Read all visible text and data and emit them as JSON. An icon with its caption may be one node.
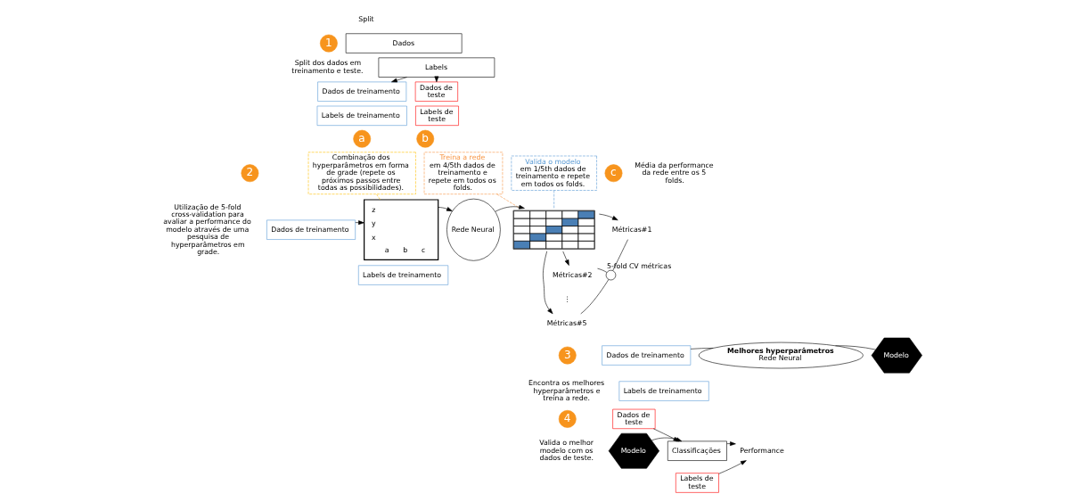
{
  "diagram": {
    "nodes": [
      {
        "text": [
          "1"
        ]
      },
      {
        "text": [
          "Split dos dados em treinamento e teste."
        ]
      },
      {
        "text": [
          "Dados"
        ]
      },
      {
        "text": [
          "Labels"
        ]
      },
      {
        "text": [
          "Dados de treinamento"
        ]
      },
      {
        "text": [
          "Labels de treinamento"
        ]
      },
      {
        "text": [
          "Dados de teste"
        ]
      },
      {
        "text": [
          "Labels de teste"
        ]
      },
      {
        "text": [
          "a"
        ]
      },
      {
        "text": [
          "Combinação dos hyperparâmetros em forma de grade (repete os próximos passos entre todas as possibilidades)."
        ]
      },
      {
        "text": [
          "b"
        ]
      },
      {
        "text": [
          "Treina a rede",
          "em 4/5th dados de treinamento e repete em todos os folds."
        ]
      },
      {
        "text": [
          "Valida o modelo",
          "em 1/5th dados de treinamento e repete em todos os folds."
        ]
      },
      {
        "text": [
          "2"
        ]
      },
      {
        "text": [
          "Utilização de 5-fold cross-validation para avaliar a performance do modelo através de uma pesquisa de hyperparâmetros em grade."
        ]
      },
      {
        "text": [
          "Dados de treinamento"
        ]
      },
      {
        "text": [
          "Labels de treinamento"
        ]
      },
      {
        "text": [
          "z",
          "y",
          "x",
          "a",
          "b",
          "c"
        ]
      },
      {
        "text": [
          "Rede Neural"
        ]
      },
      {
        "text": [],
        "shape": "picture"
      },
      {
        "text": [
          "Métricas#1"
        ]
      },
      {
        "text": [
          "Métricas#2"
        ]
      },
      {
        "text": [
          "Métricas#5"
        ]
      },
      {
        "text": [
          "c"
        ]
      },
      {
        "text": [
          "Média da performance da rede entre os 5 folds."
        ]
      },
      {
        "text": [],
        "shape": "circle",
        "beside": [
          "5-fold CV métricas"
        ]
      },
      {
        "text": [
          "3"
        ]
      },
      {
        "text": [
          "Encontra os melhores hyperparâmetros e treina a rede."
        ]
      },
      {
        "text": [
          "Dados de treinamento"
        ]
      },
      {
        "text": [
          "Labels de treinamento"
        ]
      },
      {
        "text": [
          "Melhores hyperparâmetros",
          "Rede Neural"
        ]
      },
      {
        "text": [
          "Modelo"
        ]
      },
      {
        "text": [
          "4"
        ]
      },
      {
        "text": [
          "Valida o melhor modelo com os dados de teste."
        ]
      },
      {
        "text": [
          "Modelo"
        ]
      },
      {
        "text": [
          "Dados de teste"
        ]
      },
      {
        "text": [
          "Classificações"
        ]
      },
      {
        "text": [
          "Labels de teste"
        ]
      },
      {
        "text": [
          "Performance"
        ]
      }
    ],
    "edges": [
      {
        "from": 3,
        "to": 4,
        "arrow": "to"
      },
      {
        "from": 3,
        "to": 6,
        "arrow": "to"
      },
      {
        "from": 15,
        "to": 17,
        "arrow": "to"
      },
      {
        "from": 9,
        "to": 17,
        "arrow": "none",
        "style": "dashed",
        "color": "#ffc000"
      },
      {
        "from": 17,
        "to": 18,
        "arrow": "to"
      },
      {
        "from": 18,
        "to": 19,
        "arrow": "to"
      },
      {
        "from": 11,
        "to": 19,
        "arrow": "none",
        "style": "dashed",
        "color": "#f79646"
      },
      {
        "from": 12,
        "to": 19,
        "arrow": "none",
        "style": "dashed",
        "color": "#5b9bd5"
      },
      {
        "from": 19,
        "to": 20,
        "arrow": "to"
      },
      {
        "from": 19,
        "to": 21,
        "arrow": "to"
      },
      {
        "from": 19,
        "to": 22,
        "arrow": "to"
      },
      {
        "from": 20,
        "to": 25,
        "arrow": "none"
      },
      {
        "from": 21,
        "to": 25,
        "arrow": "none"
      },
      {
        "from": 22,
        "to": 25,
        "arrow": "none"
      },
      {
        "from": 28,
        "to": 30,
        "arrow": "none"
      },
      {
        "from": 30,
        "to": 31,
        "arrow": "none"
      },
      {
        "from": 35,
        "to": 36,
        "arrow": "to"
      },
      {
        "from": 34,
        "to": 36,
        "arrow": "to"
      },
      {
        "from": 36,
        "to": 38,
        "arrow": "to"
      },
      {
        "from": 37,
        "to": 38,
        "arrow": "to"
      }
    ],
    "labels": [
      "Split",
      "⋮"
    ]
  }
}
